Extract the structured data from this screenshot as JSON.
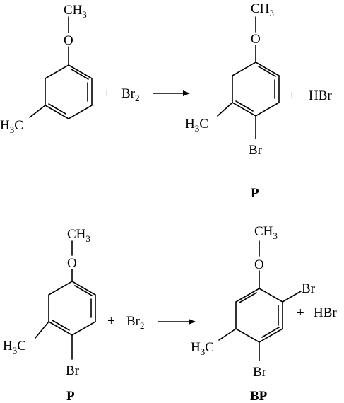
{
  "reaction1": {
    "reactant": {
      "ch3": "CH",
      "ch3_sub": "3",
      "oxygen": "O",
      "h3c_h": "H",
      "h3c_sub": "3",
      "h3c_c": "C"
    },
    "reagent": {
      "plus": "+",
      "br": "Br",
      "br_sub": "2"
    },
    "product": {
      "ch3": "CH",
      "ch3_sub": "3",
      "oxygen": "O",
      "h3c_h": "H",
      "h3c_sub": "3",
      "h3c_c": "C",
      "br": "Br"
    },
    "byproduct": {
      "plus": "+",
      "text": "HBr"
    },
    "product_label": "P"
  },
  "reaction2": {
    "reactant": {
      "ch3": "CH",
      "ch3_sub": "3",
      "oxygen": "O",
      "h3c_h": "H",
      "h3c_sub": "3",
      "h3c_c": "C",
      "br": "Br"
    },
    "reagent": {
      "plus": "+",
      "br": "Br",
      "br_sub": "2"
    },
    "product": {
      "ch3": "CH",
      "ch3_sub": "3",
      "oxygen": "O",
      "h3c_h": "H",
      "h3c_sub": "3",
      "h3c_c": "C",
      "br_top": "Br",
      "br_bottom": "Br"
    },
    "byproduct": {
      "plus": "+",
      "text": "HBr"
    },
    "reactant_label": "P",
    "product_label": "BP"
  }
}
